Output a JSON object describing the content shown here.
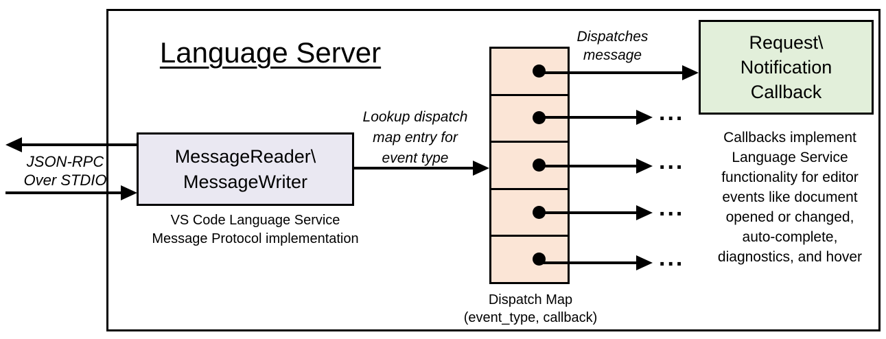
{
  "title": "Language Server",
  "left_io": {
    "label": "JSON-RPC\nOver STDIO"
  },
  "message_handler": {
    "label": "MessageReader\\\nMessageWriter",
    "caption": "VS Code Language Service\nMessage Protocol implementation"
  },
  "lookup_arrow": {
    "label": "Lookup dispatch\nmap entry for\nevent type"
  },
  "dispatch_map": {
    "caption": "Dispatch Map\n(event_type, callback)",
    "cell_count": 5,
    "ellipsis": "..."
  },
  "dispatch_arrow": {
    "label": "Dispatches\nmessage"
  },
  "callback_box": {
    "label": "Request\\\nNotification\nCallback"
  },
  "callbacks_note": "Callbacks implement\nLanguage Service\nfunctionality for editor\nevents like document\nopened or changed,\nauto-complete,\ndiagnostics, and hover",
  "colors": {
    "message_handler_fill": "#EAE8F2",
    "dispatch_map_fill": "#FBE5D6",
    "callback_fill": "#E2EFDA",
    "line": "#000000"
  }
}
